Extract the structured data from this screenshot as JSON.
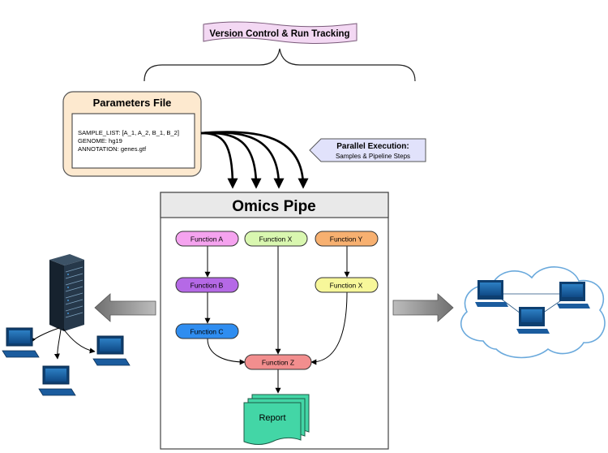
{
  "banner": {
    "label": "Version Control & Run Tracking"
  },
  "params": {
    "title": "Parameters File",
    "lines": [
      "SAMPLE_LIST: [A_1, A_2, B_1, B_2]",
      "GENOME: hg19",
      "ANNOTATION: genes.gtf"
    ]
  },
  "parallel": {
    "title": "Parallel Execution:",
    "subtitle": "Samples & Pipeline Steps"
  },
  "pipe": {
    "title": "Omics Pipe"
  },
  "functions": {
    "a": "Function A",
    "b": "Function B",
    "c": "Function C",
    "x1": "Function X",
    "y": "Function Y",
    "x2": "Function X",
    "z": "Function Z"
  },
  "report": {
    "label": "Report"
  },
  "colors": {
    "a": "#f5a3ef",
    "b": "#b569e6",
    "c": "#2f8df0",
    "x1": "#d9f7b0",
    "y": "#f7b070",
    "x2": "#f7f79a",
    "z": "#f28e8e",
    "report": "#43d6a6",
    "params_bg": "#fde9cf",
    "parallel_bg": "#e1e2fb",
    "banner_bg": "#f3d8f3"
  },
  "icons": [
    "server-rack-icon",
    "desktop-computer-icon",
    "cloud-network-icon",
    "arrow-left-icon",
    "arrow-right-icon"
  ]
}
